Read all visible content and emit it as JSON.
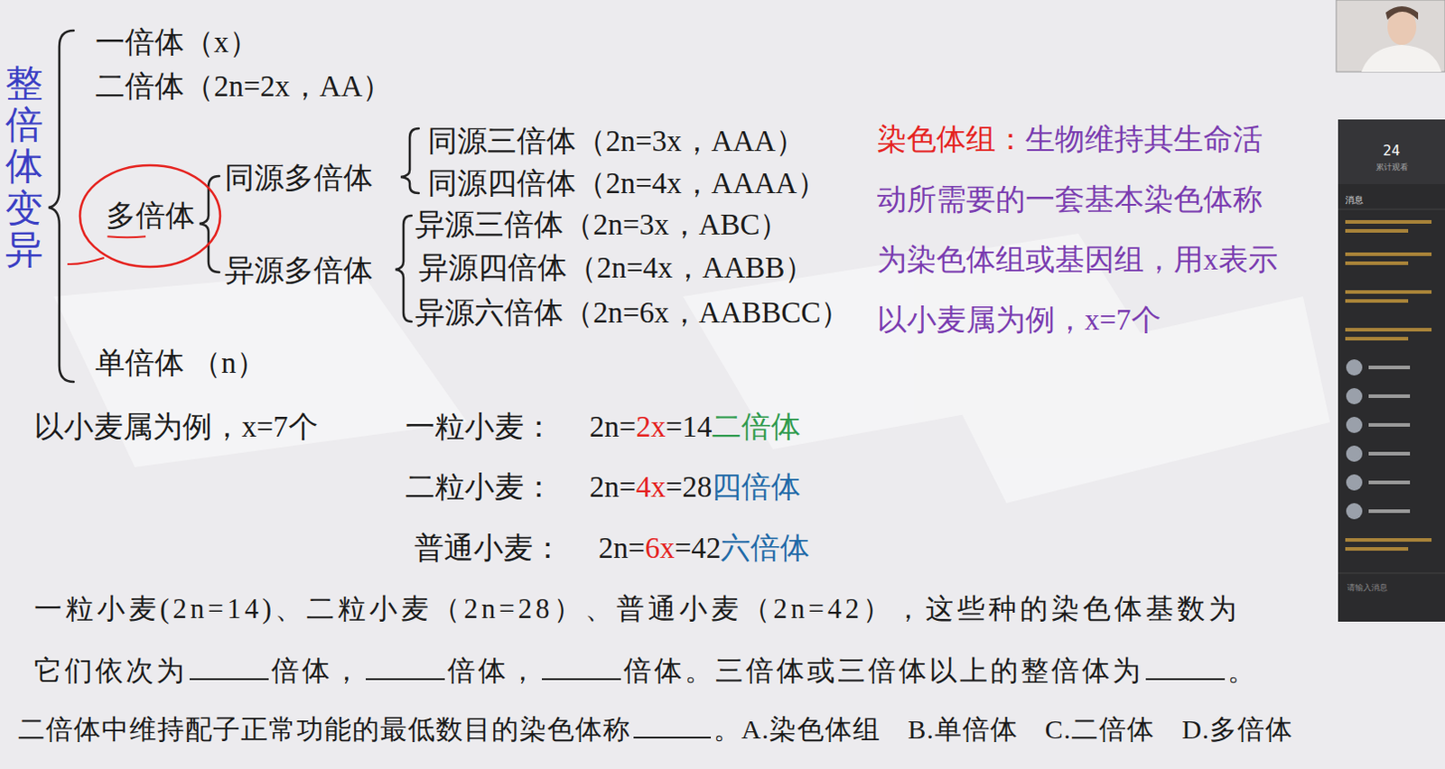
{
  "diagram": {
    "nodes": [
      {
        "text": [
          "多倍体"
        ]
      },
      {
        "text": [
          "24",
          "累计观看",
          "消息",
          "请输入消息"
        ]
      }
    ],
    "labels": [
      "整倍体变异",
      "一倍体（x）",
      "二倍体（2n=2x，AA）",
      "同源多倍体",
      "同源三倍体（2n=3x，AAA）",
      "同源四倍体（2n=4x，AAAA）",
      "异源多倍体",
      "异源三倍体（2n=3x，ABC）",
      "异源四倍体（2n=4x，AABB）",
      "异源六倍体（2n=6x，AABBCC）",
      "单倍体 （n）",
      "染色体组：",
      "生物维持其生命活",
      "动所需要的一套基本染色体称",
      "为染色体组或基因组，用x表示",
      "以小麦属为例，x=7个",
      "以小麦属为例，x=7个",
      "一粒小麦：",
      "2n=",
      "2x",
      "=14",
      "二倍体",
      "二粒小麦：",
      "2n=",
      "4x",
      "=28",
      "四倍体",
      "普通小麦：",
      "2n=",
      "6x",
      "=42",
      "六倍体",
      "一粒小麦(2n=14)、二粒小麦（2n=28）、普通小麦（2n=42），这些种的染色体基数为",
      "它们依次为",
      "倍体，",
      "倍体，",
      "倍体。三倍体或三倍体以上的整倍体为",
      "。",
      "二倍体中维持配子正常功能的最低数目的染色体称",
      "。A.染色体组",
      "B.单倍体",
      "C.二倍体",
      "D.多倍体"
    ]
  }
}
